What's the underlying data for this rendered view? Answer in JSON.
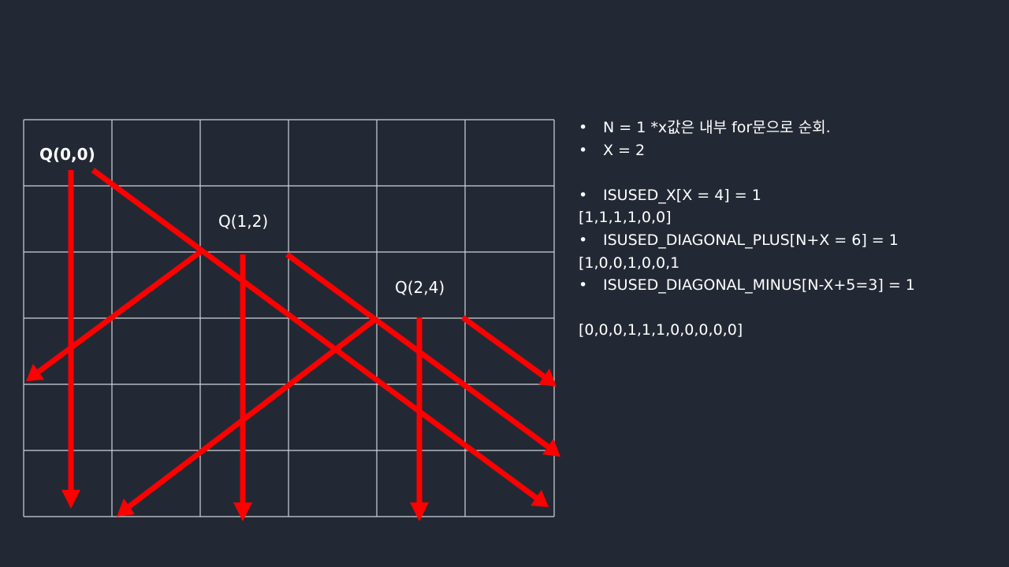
{
  "queens": [
    {
      "label": "Q(0,0)",
      "bold": true
    },
    {
      "label": "Q(1,2)",
      "bold": false
    },
    {
      "label": "Q(2,4)",
      "bold": false
    }
  ],
  "notes": {
    "n_line": "N = 1 *x값은 내부 for문으로 순회.",
    "x_line": "X = 2",
    "isused_x": "ISUSED_X[X = 4] = 1",
    "isused_x_array": "[1,1,1,1,0,0]",
    "isused_plus": "ISUSED_DIAGONAL_PLUS[N+X = 6] = 1",
    "isused_plus_array": "[1,0,0,1,0,0,1",
    "isused_minus": "ISUSED_DIAGONAL_MINUS[N-X+5=3] = 1",
    "isused_minus_array": "[0,0,0,1,1,1,0,0,0,0,0]"
  },
  "colors": {
    "background": "#232934",
    "grid": "#cfd3da",
    "arrow": "#ff0000",
    "text": "#ffffff"
  }
}
